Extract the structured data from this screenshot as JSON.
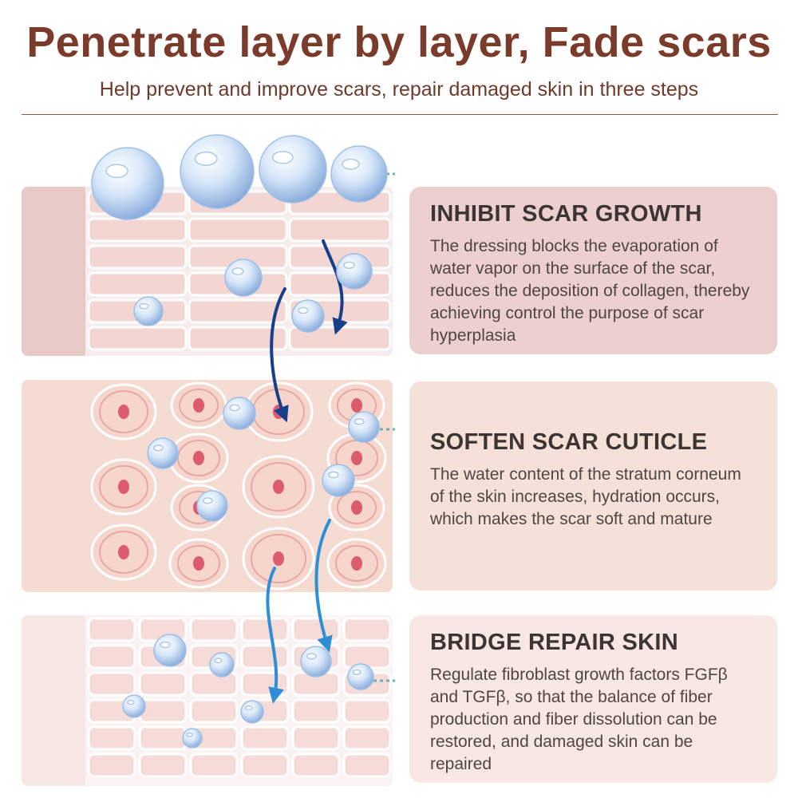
{
  "header": {
    "title": "Penetrate layer by layer, Fade scars",
    "subtitle": "Help prevent and improve scars, repair damaged skin in three steps"
  },
  "steps": [
    {
      "heading": "INHIBIT SCAR GROWTH",
      "text": "The dressing blocks the evaporation of water vapor on the surface of the scar, reduces the deposition of collagen, thereby achieving control the purpose of scar hyperplasia"
    },
    {
      "heading": "SOFTEN SCAR CUTICLE",
      "text": "The water content of the stratum corneum of the skin increases, hydration occurs, which makes the scar soft and mature"
    },
    {
      "heading": "BRIDGE REPAIR SKIN",
      "text": "Regulate fibroblast growth factors FGFβ and TGFβ, so that the balance of fiber production and fiber dissolution can be restored, and damaged skin can be repaired"
    }
  ],
  "colors": {
    "title": "#7a3b2a",
    "card1": "#ecd0cf",
    "card2": "#f5e1d8",
    "card3": "#f8e7e2",
    "arrow_dark": "#173f8c",
    "arrow_light": "#2f8fd6"
  }
}
